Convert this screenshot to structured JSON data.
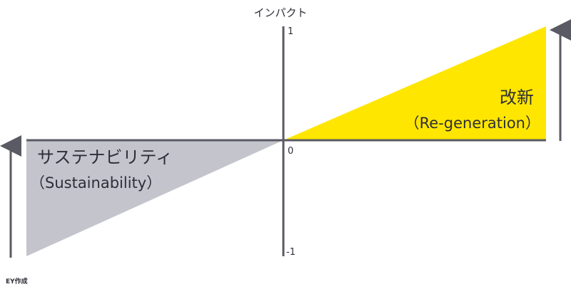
{
  "diagram": {
    "axis_title": "インパクト",
    "ticks": {
      "top": "1",
      "zero": "0",
      "bottom": "-1"
    },
    "regeneration": {
      "label_ja": "改新",
      "label_en": "（Re-generation）",
      "color": "#ffe600"
    },
    "sustainability": {
      "label_ja": "サステナビリティ",
      "label_en": "（Sustainability）",
      "color": "#c4c4cd"
    },
    "line_color": "#5a5a64",
    "source": "EY作成"
  }
}
